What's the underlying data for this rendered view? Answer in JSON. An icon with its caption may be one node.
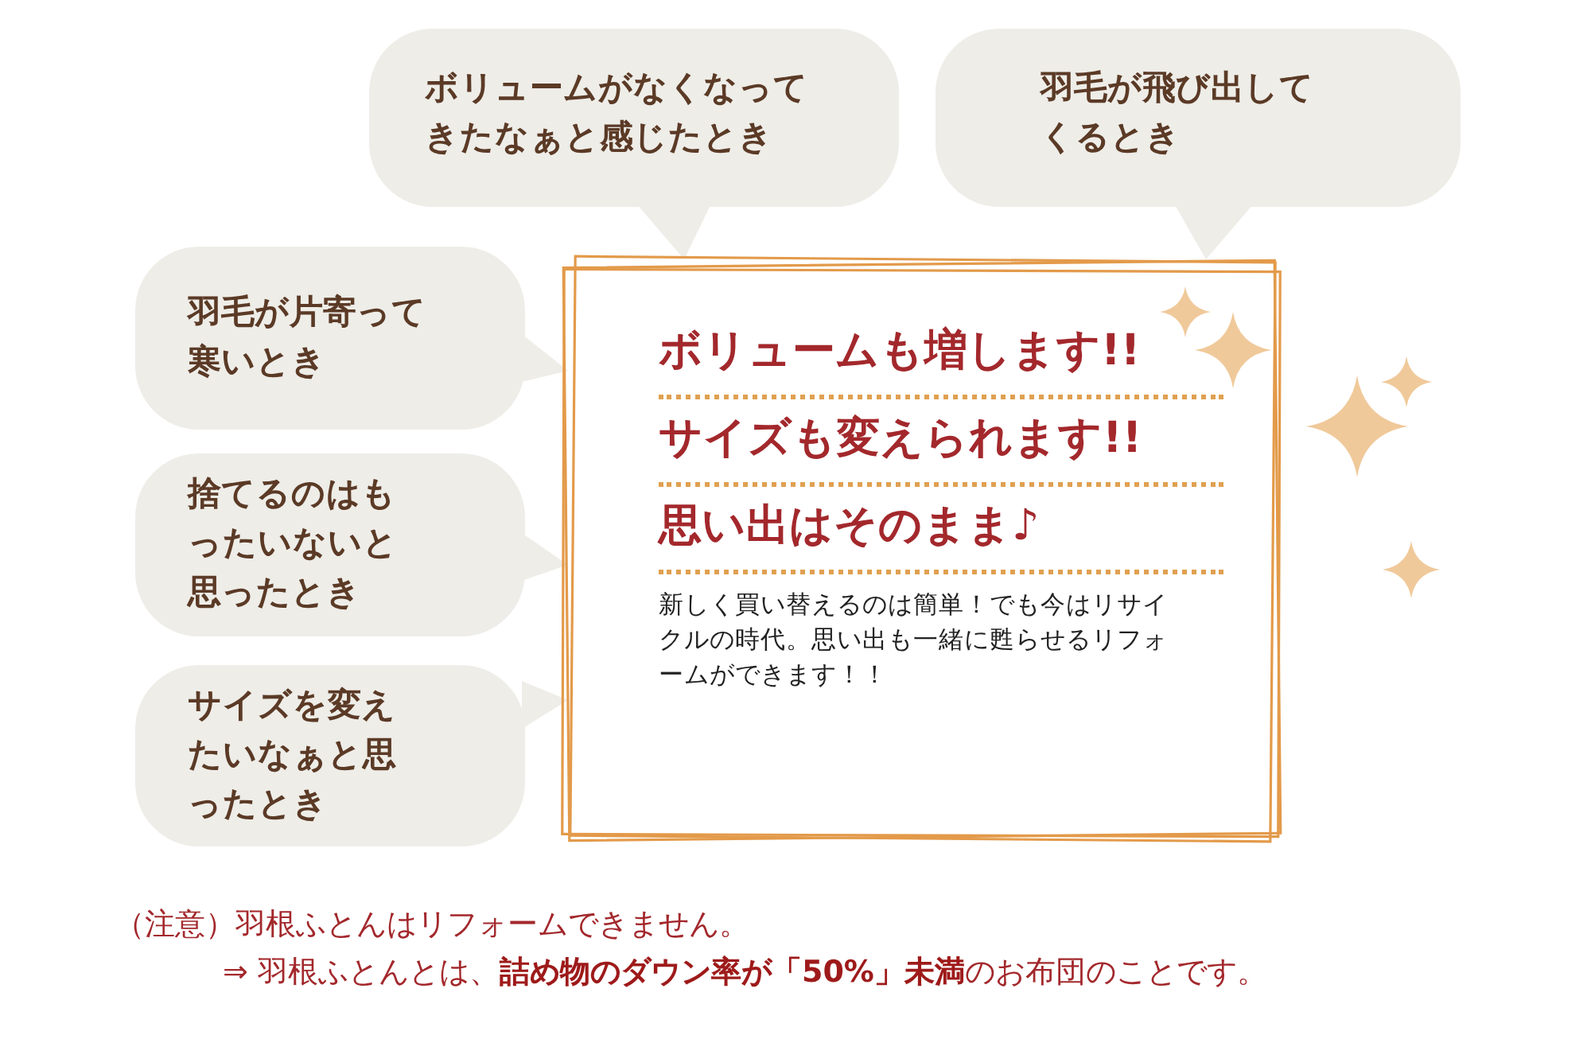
{
  "diagram": {
    "nodes": [
      {
        "text": [
          "ボリュームがなくなってきたなぁと感じたとき"
        ]
      },
      {
        "text": [
          "羽毛が飛び出してくるとき"
        ]
      },
      {
        "text": [
          "羽毛が片寄って寒いとき"
        ]
      },
      {
        "text": [
          "捨てるのはもったいないと思ったとき"
        ]
      },
      {
        "text": [
          "サイズを変えたいなぁと思ったとき"
        ]
      },
      {
        "text": [
          "ボリュームも増します!!",
          "サイズも変えられます!!",
          "思い出はそのまま♪",
          "新しく買い替えるのは簡単！でも今はリサイクルの時代。思い出も一緒に甦らせるリフォームができます！！"
        ]
      }
    ],
    "labels": [
      "（注意）羽根ふとんはリフォームできません。",
      "⇒ 羽根ふとんとは、**詰め物のダウン率が「50%」未満**のお布団のことです。"
    ]
  }
}
